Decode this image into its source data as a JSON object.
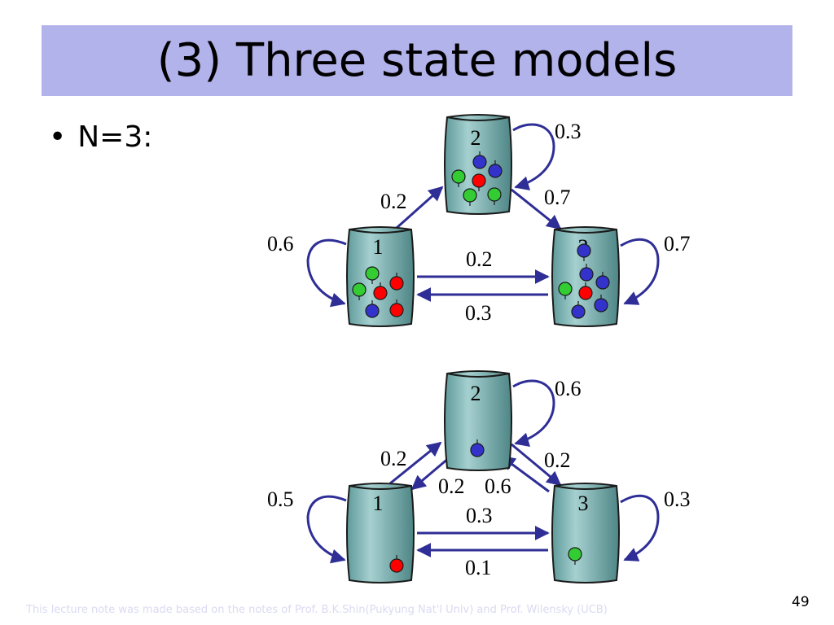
{
  "title": "(3) Three state models",
  "bullet": "N=3:",
  "page_number": "49",
  "footer": "This lecture note was made based on the notes of Prof. B.K.Shin(Pukyung Nat'l Univ) and Prof. Wilensky (UCB)",
  "colors": {
    "title_bar": "#b3b3ec",
    "arrow": "#2e2e96",
    "urn": "#7fb4b4",
    "red_ball": "#ff0000",
    "blue_ball": "#3333cc",
    "green_ball": "#33cc33"
  },
  "model_top": {
    "urns": {
      "u1": "1",
      "u2": "2",
      "u3": "3"
    },
    "probs": {
      "self1": "0.6",
      "self2": "0.3",
      "self3": "0.7",
      "p12": "0.2",
      "p23": "0.7",
      "p13": "0.2",
      "p31": "0.3"
    }
  },
  "model_bottom": {
    "urns": {
      "u1": "1",
      "u2": "2",
      "u3": "3"
    },
    "probs": {
      "self1": "0.5",
      "self2": "0.6",
      "self3": "0.3",
      "p12": "0.2",
      "p21": "0.2",
      "p23": "0.2",
      "p32": "0.6",
      "p13": "0.3",
      "p31": "0.1"
    }
  }
}
